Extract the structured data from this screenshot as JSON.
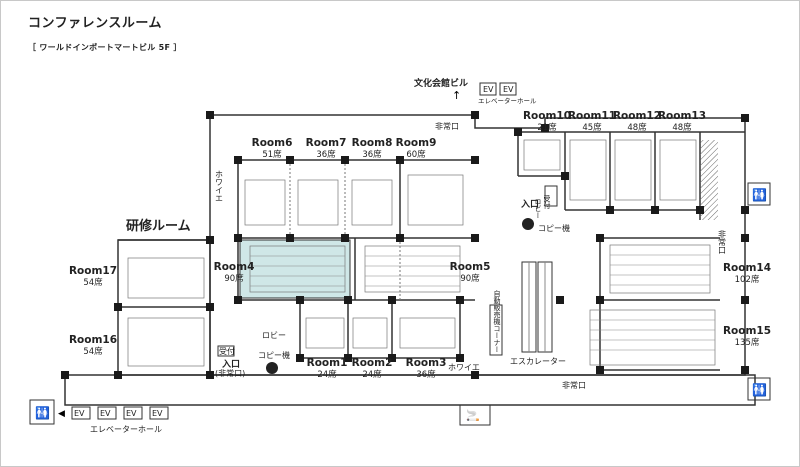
{
  "page": {
    "title": "コンファレンスルーム",
    "subtitle": "［ ワールドインポートマートビル 5F ］"
  },
  "labels": {
    "bunka": "文化会館ビル",
    "ev": "EV",
    "elevator_hall": "エレベーターホール",
    "emergency_exit": "非常口",
    "kenshu": "研修ルーム",
    "foyer": "ホワイエ",
    "lobby": "ロビー",
    "copy": "コピー機",
    "reception": "受付",
    "entrance": "入口",
    "entrance_sub": "(非常口)",
    "vending": "自動販売機コーナー",
    "escalator": "エスカレーター",
    "lobby_v": "ロビー"
  },
  "rooms": [
    {
      "name": "Room1",
      "seats": "24席"
    },
    {
      "name": "Room2",
      "seats": "24席"
    },
    {
      "name": "Room3",
      "seats": "36席"
    },
    {
      "name": "Room4",
      "seats": "90席"
    },
    {
      "name": "Room5",
      "seats": "90席"
    },
    {
      "name": "Room6",
      "seats": "51席"
    },
    {
      "name": "Room7",
      "seats": "36席"
    },
    {
      "name": "Room8",
      "seats": "36席"
    },
    {
      "name": "Room9",
      "seats": "60席"
    },
    {
      "name": "Room10",
      "seats": "21席"
    },
    {
      "name": "Room11",
      "seats": "45席"
    },
    {
      "name": "Room12",
      "seats": "48席"
    },
    {
      "name": "Room13",
      "seats": "48席"
    },
    {
      "name": "Room14",
      "seats": "102席"
    },
    {
      "name": "Room15",
      "seats": "135席"
    },
    {
      "name": "Room16",
      "seats": "54席"
    },
    {
      "name": "Room17",
      "seats": "54席"
    }
  ],
  "colors": {
    "highlight": "#cfe7e7",
    "wall": "#333333",
    "pillar": "#1a1a1a"
  }
}
